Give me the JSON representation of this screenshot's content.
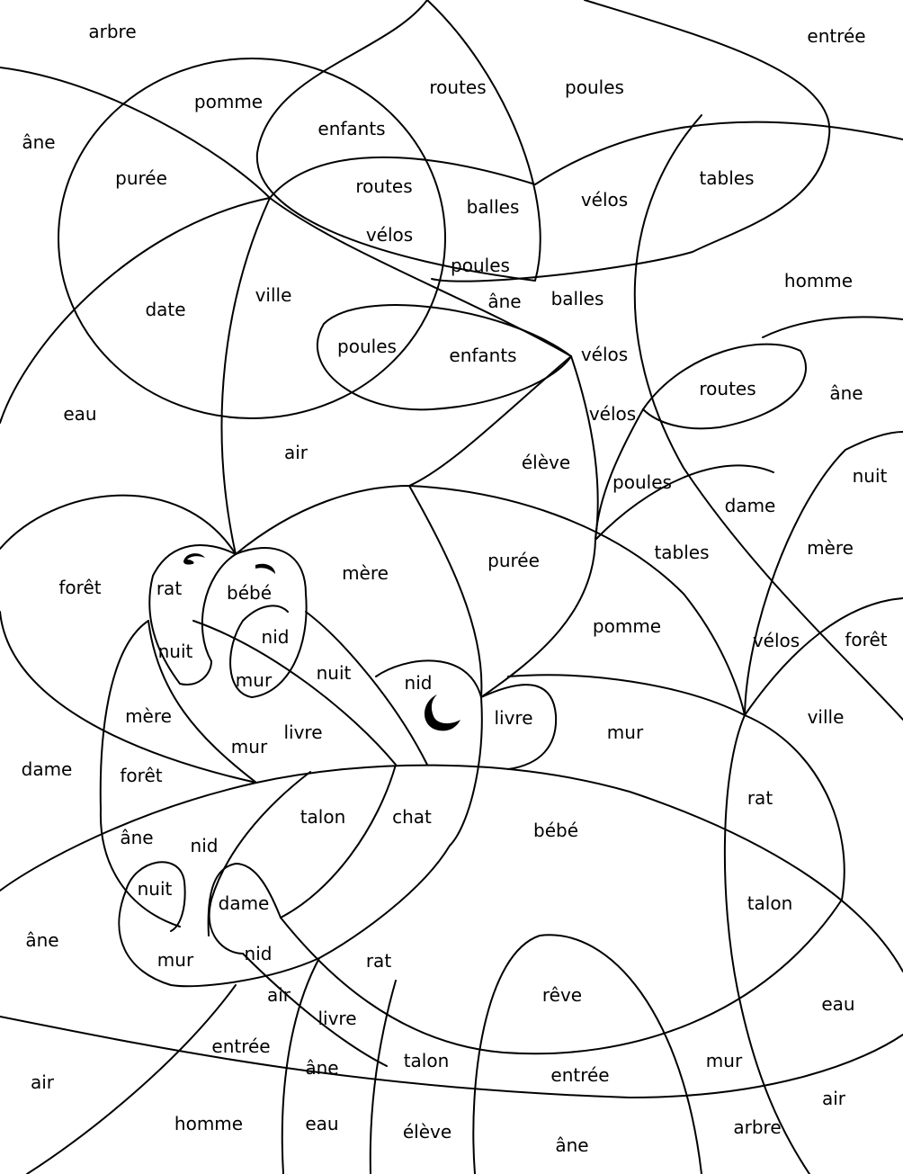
{
  "words": [
    "arbre",
    "entrée",
    "âne",
    "pomme",
    "routes",
    "poules",
    "enfants",
    "purée",
    "routes",
    "balles",
    "vélos",
    "tables",
    "vélos",
    "poules",
    "homme",
    "date",
    "ville",
    "âne",
    "balles",
    "poules",
    "enfants",
    "vélos",
    "routes",
    "eau",
    "âne",
    "vélos",
    "air",
    "élève",
    "nuit",
    "poules",
    "dame",
    "forêt",
    "rat",
    "bébé",
    "mère",
    "purée",
    "tables",
    "mère",
    "nid",
    "nuit",
    "pomme",
    "vélos",
    "forêt",
    "mur",
    "nuit",
    "nid",
    "livre",
    "mère",
    "livre",
    "mur",
    "ville",
    "mur",
    "dame",
    "forêt",
    "talon",
    "chat",
    "bébé",
    "rat",
    "âne",
    "nid",
    "nuit",
    "dame",
    "talon",
    "âne",
    "mur",
    "nid",
    "rat",
    "rêve",
    "eau",
    "air",
    "livre",
    "entrée",
    "mur",
    "âne",
    "talon",
    "entrée",
    "air",
    "air",
    "homme",
    "eau",
    "élève",
    "âne",
    "arbre"
  ],
  "icons": [
    "moon-icon",
    "eye-left-icon",
    "eye-right-icon"
  ]
}
